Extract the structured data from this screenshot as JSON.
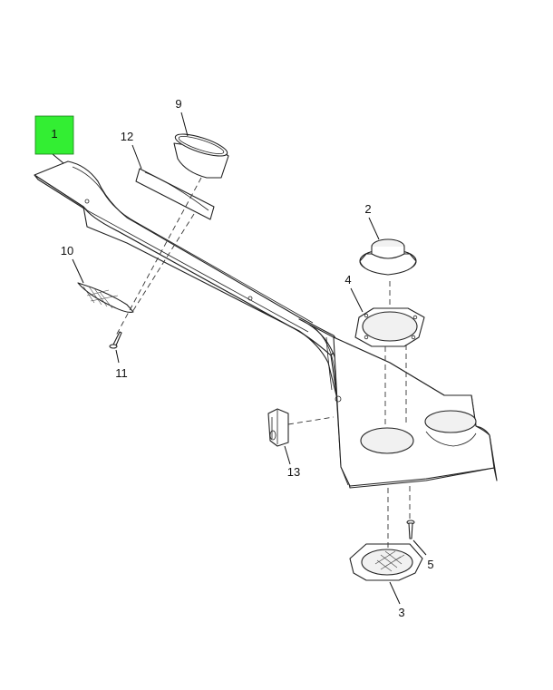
{
  "highlight_color": "#33ee33",
  "callouts": {
    "c1": "1",
    "c2": "2",
    "c3": "3",
    "c4": "4",
    "c5": "5",
    "c9": "9",
    "c10": "10",
    "c11": "11",
    "c12": "12",
    "c13": "13"
  }
}
